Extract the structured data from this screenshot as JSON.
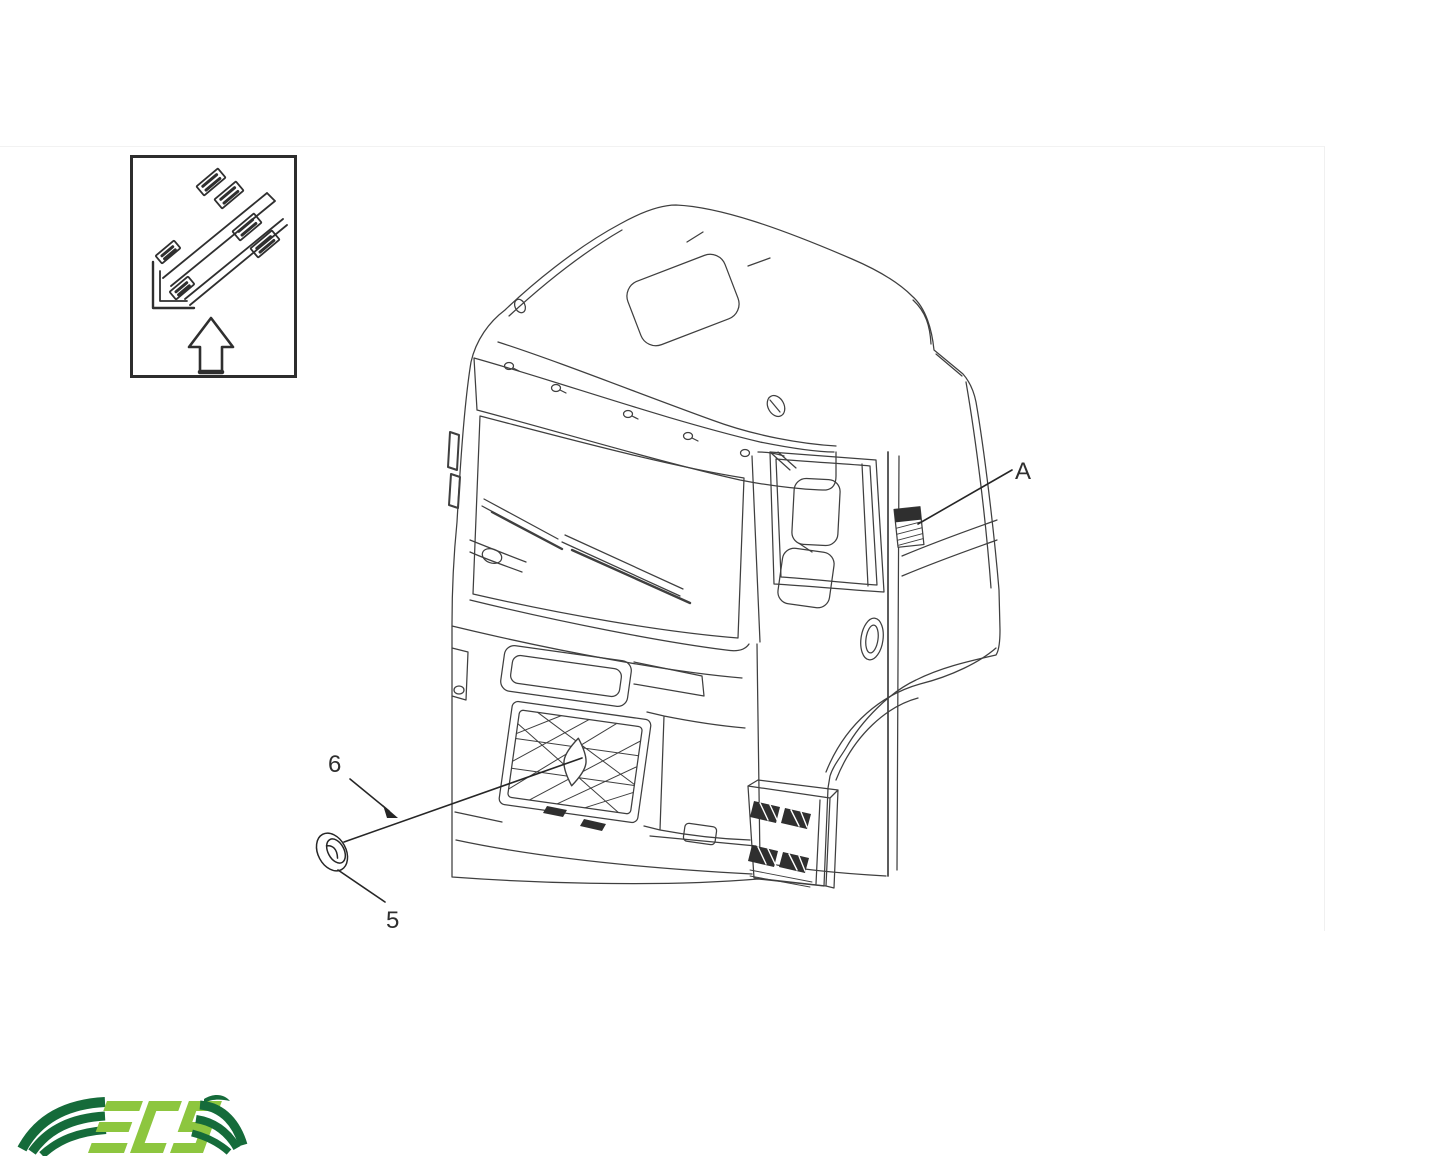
{
  "page": {
    "background": "#ffffff",
    "line_color": "#3f3f3f",
    "callout_color": "#2e2e2e"
  },
  "diagram": {
    "title_hint": "truck cab exterior badging parts line drawing",
    "callouts": {
      "a": {
        "label": "A",
        "target": "side-panel-decal"
      },
      "six": {
        "label": "6",
        "target": "emblem-leader"
      },
      "five": {
        "label": "5",
        "target": "fastener-clip"
      }
    },
    "inset": {
      "description": "orientation inset: emblem strips with mounting arrow",
      "arrow_direction": "up"
    }
  },
  "branding": {
    "logo_text": "ECS",
    "dark_green": "#156B3A",
    "light_green": "#8DC63F"
  }
}
